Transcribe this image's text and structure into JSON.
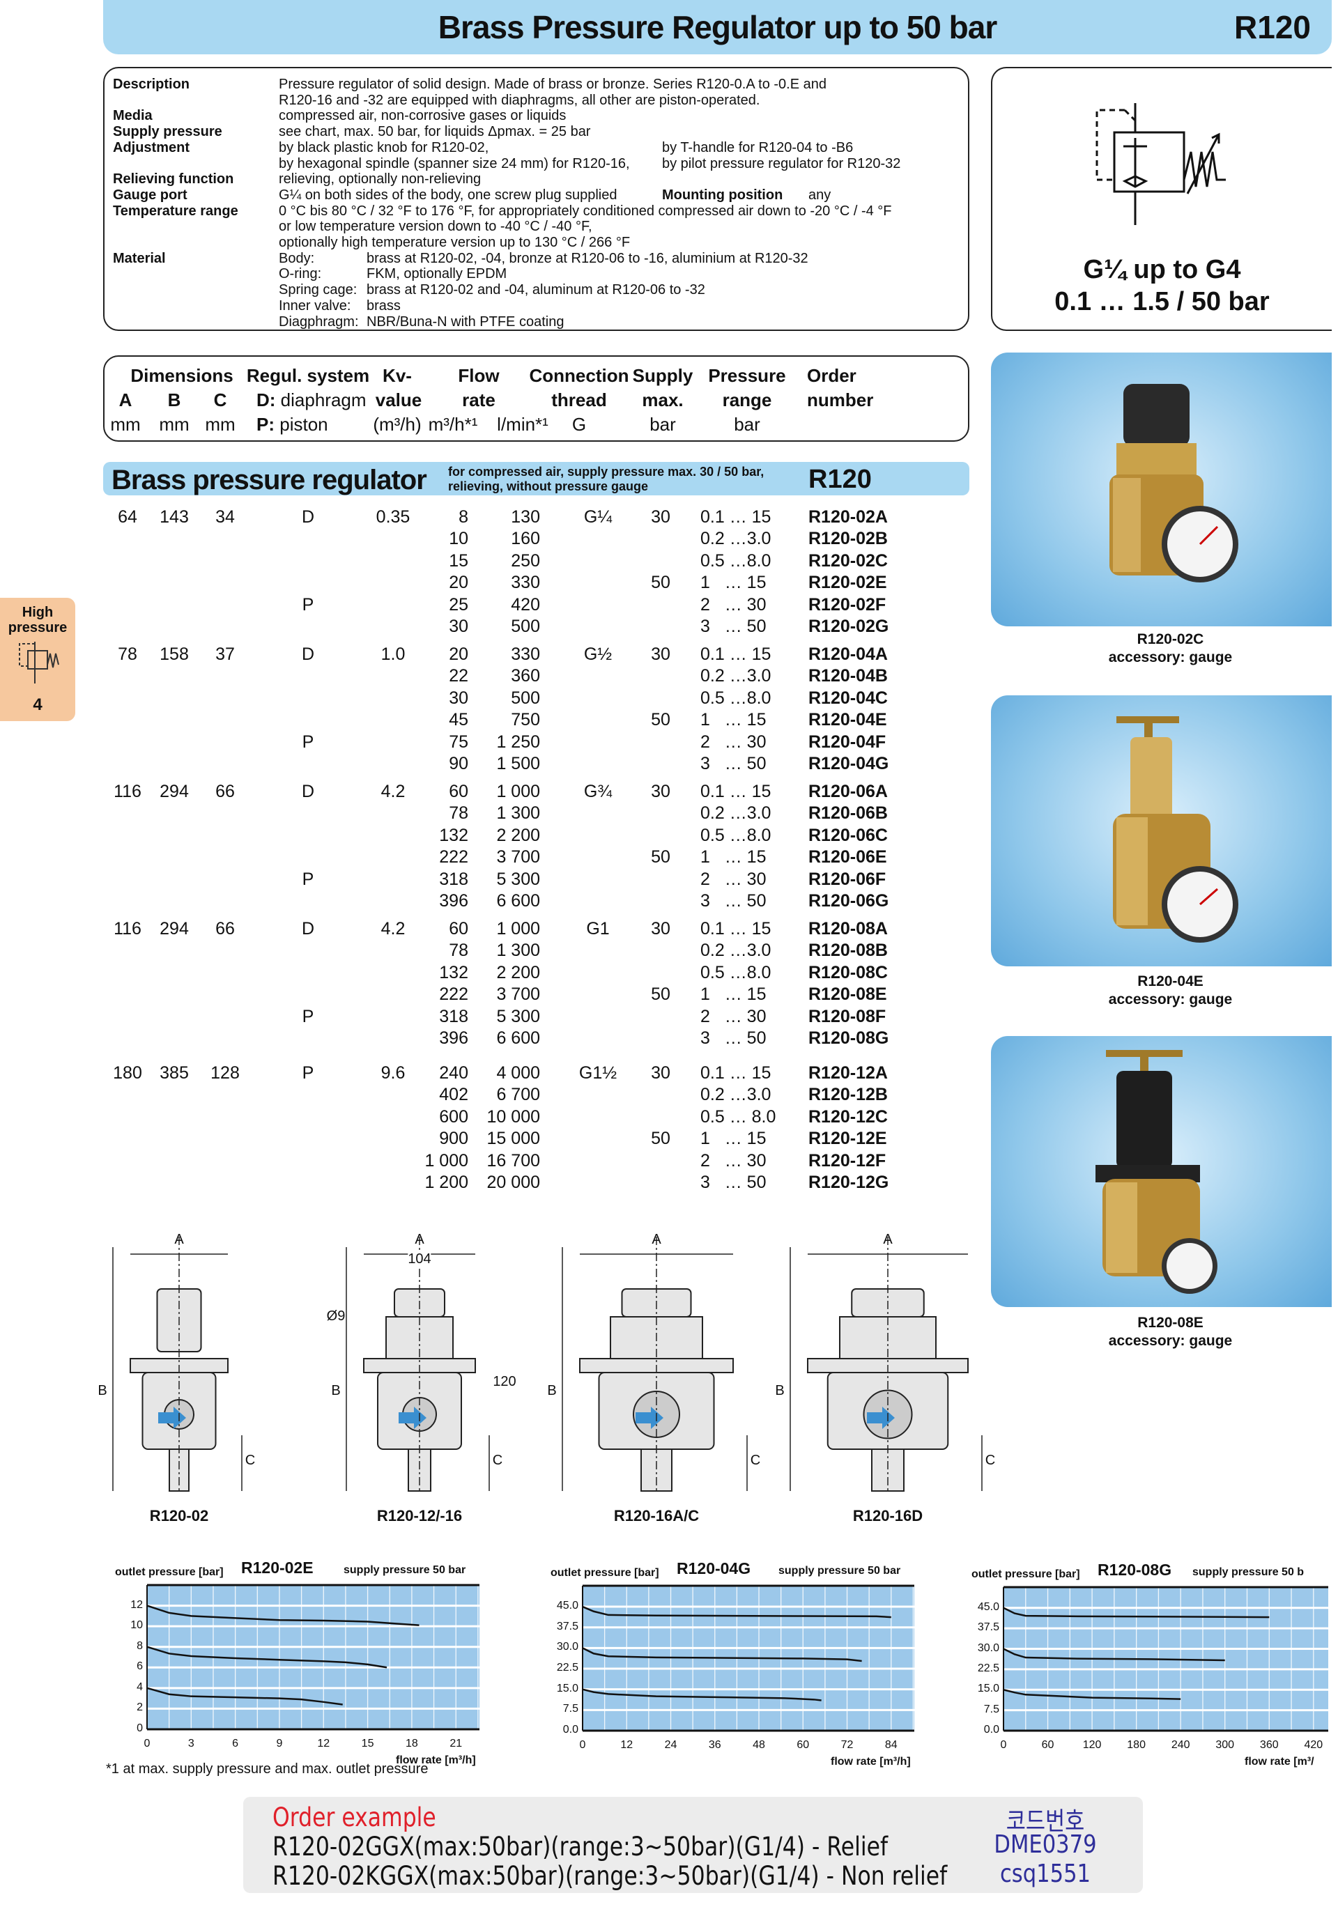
{
  "header": {
    "title": "Brass Pressure Regulator up to 50 bar",
    "code": "R120"
  },
  "description": {
    "labels": [
      "Description",
      "Media",
      "Supply pressure",
      "Adjustment",
      "Relieving function",
      "Gauge port",
      "Temperature range",
      "Material"
    ],
    "description": [
      "Pressure regulator of solid design. Made of brass or bronze. Series R120-0.A to -0.E and",
      "R120-16 and -32 are equipped with diaphragms, all other are piston-operated."
    ],
    "media": "compressed air, non-corrosive gases or liquids",
    "supply": "see chart, max. 50 bar, for liquids Δpmax. = 25 bar",
    "adjustment": [
      "by black plastic knob for R120-02,",
      "by T-handle for R120-04 to -B6",
      "by hexagonal spindle (spanner size 24 mm) for R120-16,",
      "by pilot pressure regulator for R120-32"
    ],
    "relieving": "relieving, optionally non-relieving",
    "gauge_port": "G¼ on both sides of the body, one screw plug supplied",
    "mounting_label": "Mounting position",
    "mounting_value": "any",
    "temperature": [
      "0 °C bis 80 °C / 32 °F to 176 °F, for appropriately conditioned compressed air down to -20 °C / -4 °F",
      "or low temperature version down to  -40 °C / -40 °F,",
      "optionally high temperature version up to 130 °C / 266 °F"
    ],
    "material": [
      {
        "k": "Body:",
        "v": "brass at R120-02, -04, bronze at R120-06 to -16, aluminium at R120-32"
      },
      {
        "k": "O-ring:",
        "v": "FKM, optionally EPDM"
      },
      {
        "k": "Spring cage:",
        "v": "brass at R120-02 and -04, aluminum at R120-06 to -32"
      },
      {
        "k": "Inner valve:",
        "v": "brass"
      },
      {
        "k": "Diagphragm:",
        "v": "NBR/Buna-N with PTFE coating"
      }
    ]
  },
  "symbol_box": {
    "line1": "G¼ up to G4",
    "line2": "0.1 … 1.5 / 50 bar"
  },
  "table_header": {
    "dimensions": "Dimensions",
    "a": "A",
    "b": "B",
    "c": "C",
    "mm": "mm",
    "regul": "Regul. system",
    "d_key": "D:",
    "d_val": "diaphragm",
    "p_key": "P:",
    "p_val": "piston",
    "kv1": "Kv-",
    "kv2": "value",
    "kv3": "(m³/h)",
    "flow1": "Flow",
    "flow2": "rate",
    "flow3a": "m³/h*¹",
    "flow3b": "l/min*¹",
    "conn1": "Connection",
    "conn2": "thread",
    "conn3": "G",
    "sup1": "Supply",
    "sup2": "max.",
    "sup3": "bar",
    "pr1": "Pressure",
    "pr2": "range",
    "pr3": "bar",
    "ord1": "Order",
    "ord2": "number"
  },
  "section": {
    "title": "Brass pressure regulator",
    "subtitle1": "for compressed air, supply pressure max. 30 / 50 bar,",
    "subtitle2": "relieving, without pressure gauge",
    "code": "R120"
  },
  "groups": [
    {
      "a": "64",
      "b": "143",
      "c": "34",
      "kv": "0.35",
      "thread": "G¼",
      "rows": [
        {
          "reg": "D",
          "m3": "8",
          "lmin": "130",
          "sup": "30",
          "range": "0.1 … 15",
          "order": "R120-02A"
        },
        {
          "reg": "",
          "m3": "10",
          "lmin": "160",
          "sup": "",
          "range": "0.2 …3.0",
          "order": "R120-02B"
        },
        {
          "reg": "",
          "m3": "15",
          "lmin": "250",
          "sup": "",
          "range": "0.5 …8.0",
          "order": "R120-02C"
        },
        {
          "reg": "",
          "m3": "20",
          "lmin": "330",
          "sup": "50",
          "range": "1   … 15",
          "order": "R120-02E"
        },
        {
          "reg": "P",
          "m3": "25",
          "lmin": "420",
          "sup": "",
          "range": "2   … 30",
          "order": "R120-02F"
        },
        {
          "reg": "",
          "m3": "30",
          "lmin": "500",
          "sup": "",
          "range": "3   … 50",
          "order": "R120-02G"
        }
      ]
    },
    {
      "a": "78",
      "b": "158",
      "c": "37",
      "kv": "1.0",
      "thread": "G½",
      "rows": [
        {
          "reg": "D",
          "m3": "20",
          "lmin": "330",
          "sup": "30",
          "range": "0.1 … 15",
          "order": "R120-04A"
        },
        {
          "reg": "",
          "m3": "22",
          "lmin": "360",
          "sup": "",
          "range": "0.2 …3.0",
          "order": "R120-04B"
        },
        {
          "reg": "",
          "m3": "30",
          "lmin": "500",
          "sup": "",
          "range": "0.5 …8.0",
          "order": "R120-04C"
        },
        {
          "reg": "",
          "m3": "45",
          "lmin": "750",
          "sup": "50",
          "range": "1   … 15",
          "order": "R120-04E"
        },
        {
          "reg": "P",
          "m3": "75",
          "lmin": "1 250",
          "sup": "",
          "range": "2   … 30",
          "order": "R120-04F"
        },
        {
          "reg": "",
          "m3": "90",
          "lmin": "1 500",
          "sup": "",
          "range": "3   … 50",
          "order": "R120-04G"
        }
      ]
    },
    {
      "a": "116",
      "b": "294",
      "c": "66",
      "kv": "4.2",
      "thread": "G¾",
      "rows": [
        {
          "reg": "D",
          "m3": "60",
          "lmin": "1 000",
          "sup": "30",
          "range": "0.1 … 15",
          "order": "R120-06A"
        },
        {
          "reg": "",
          "m3": "78",
          "lmin": "1 300",
          "sup": "",
          "range": "0.2 …3.0",
          "order": "R120-06B"
        },
        {
          "reg": "",
          "m3": "132",
          "lmin": "2 200",
          "sup": "",
          "range": "0.5 …8.0",
          "order": "R120-06C"
        },
        {
          "reg": "",
          "m3": "222",
          "lmin": "3 700",
          "sup": "50",
          "range": "1   … 15",
          "order": "R120-06E"
        },
        {
          "reg": "P",
          "m3": "318",
          "lmin": "5 300",
          "sup": "",
          "range": "2   … 30",
          "order": "R120-06F"
        },
        {
          "reg": "",
          "m3": "396",
          "lmin": "6 600",
          "sup": "",
          "range": "3   … 50",
          "order": "R120-06G"
        }
      ]
    },
    {
      "a": "116",
      "b": "294",
      "c": "66",
      "kv": "4.2",
      "thread": "G1",
      "rows": [
        {
          "reg": "D",
          "m3": "60",
          "lmin": "1 000",
          "sup": "30",
          "range": "0.1 … 15",
          "order": "R120-08A"
        },
        {
          "reg": "",
          "m3": "78",
          "lmin": "1 300",
          "sup": "",
          "range": "0.2 …3.0",
          "order": "R120-08B"
        },
        {
          "reg": "",
          "m3": "132",
          "lmin": "2 200",
          "sup": "",
          "range": "0.5 …8.0",
          "order": "R120-08C"
        },
        {
          "reg": "",
          "m3": "222",
          "lmin": "3 700",
          "sup": "50",
          "range": "1   … 15",
          "order": "R120-08E"
        },
        {
          "reg": "P",
          "m3": "318",
          "lmin": "5 300",
          "sup": "",
          "range": "2   … 30",
          "order": "R120-08F"
        },
        {
          "reg": "",
          "m3": "396",
          "lmin": "6 600",
          "sup": "",
          "range": "3   … 50",
          "order": "R120-08G"
        }
      ]
    },
    {
      "a": "180",
      "b": "385",
      "c": "128",
      "kv": "9.6",
      "thread": "G1½",
      "rows": [
        {
          "reg": "P",
          "m3": "240",
          "lmin": "4 000",
          "sup": "30",
          "range": "0.1 … 15",
          "order": "R120-12A"
        },
        {
          "reg": "",
          "m3": "402",
          "lmin": "6 700",
          "sup": "",
          "range": "0.2 …3.0",
          "order": "R120-12B"
        },
        {
          "reg": "",
          "m3": "600",
          "lmin": "10 000",
          "sup": "",
          "range": "0.5 … 8.0",
          "order": "R120-12C"
        },
        {
          "reg": "",
          "m3": "900",
          "lmin": "15 000",
          "sup": "50",
          "range": "1   … 15",
          "order": "R120-12E"
        },
        {
          "reg": "",
          "m3": "1 000",
          "lmin": "16 700",
          "sup": "",
          "range": "2   … 30",
          "order": "R120-12F"
        },
        {
          "reg": "",
          "m3": "1 200",
          "lmin": "20 000",
          "sup": "",
          "range": "3   … 50",
          "order": "R120-12G"
        }
      ]
    }
  ],
  "photos": [
    {
      "caption1": "R120-02C",
      "caption2": "accessory: gauge"
    },
    {
      "caption1": "R120-04E",
      "caption2": "accessory: gauge"
    },
    {
      "caption1": "R120-08E",
      "caption2": "accessory: gauge"
    }
  ],
  "side_tab": {
    "label1": "High",
    "label2": "pressure",
    "number": "4",
    "color": "#f6c89e"
  },
  "drawings": [
    {
      "label": "R120-02",
      "dims": [
        "A",
        "B",
        "C"
      ]
    },
    {
      "label": "R120-12/-16",
      "dims": [
        "A",
        "B",
        "C",
        "104",
        "Ø9",
        "120"
      ]
    },
    {
      "label": "R120-16A/C",
      "dims": [
        "A",
        "B",
        "C"
      ]
    },
    {
      "label": "R120-16D",
      "dims": [
        "A",
        "B",
        "C"
      ]
    }
  ],
  "chart_data": [
    {
      "type": "line",
      "title": "R120-02E",
      "subtitle": "supply pressure 50 bar",
      "ylabel": "outlet pressure [bar]",
      "xlabel": "flow rate [m³/h]",
      "xticks": [
        0,
        3,
        6,
        9,
        12,
        15,
        18,
        21
      ],
      "yticks": [
        0,
        2,
        4,
        6,
        8,
        10,
        12
      ],
      "xlim": [
        0,
        22.6
      ],
      "ylim": [
        0,
        14
      ],
      "grid": true,
      "background": "#9cc8ea",
      "series": [
        {
          "x": [
            0,
            1.5,
            3,
            6,
            9,
            12,
            15,
            17,
            18.5
          ],
          "y": [
            12,
            11.3,
            11,
            10.8,
            10.6,
            10.55,
            10.45,
            10.25,
            10.1
          ]
        },
        {
          "x": [
            0,
            1.5,
            3,
            6,
            9,
            12,
            13.5,
            15,
            16.3
          ],
          "y": [
            8,
            7.35,
            7.1,
            6.9,
            6.75,
            6.6,
            6.5,
            6.3,
            6
          ]
        },
        {
          "x": [
            0,
            1.5,
            3,
            6,
            9,
            10.5,
            12,
            13.3
          ],
          "y": [
            4,
            3.4,
            3.2,
            3.1,
            3.0,
            2.9,
            2.65,
            2.4
          ]
        }
      ]
    },
    {
      "type": "line",
      "title": "R120-04G",
      "subtitle": "supply pressure 50 bar",
      "ylabel": "outlet pressure [bar]",
      "xlabel": "flow rate [m³/h]",
      "xticks": [
        0,
        12,
        24,
        36,
        48,
        60,
        72,
        84
      ],
      "yticks": [
        0.0,
        7.5,
        15.0,
        22.5,
        30.0,
        37.5,
        45.0
      ],
      "xlim": [
        0,
        90.3
      ],
      "ylim": [
        0,
        52.6
      ],
      "grid": true,
      "background": "#9cc8ea",
      "series": [
        {
          "x": [
            0,
            3,
            7,
            20,
            40,
            60,
            80,
            84
          ],
          "y": [
            45,
            43.3,
            42,
            41.8,
            41.7,
            41.6,
            41.5,
            41.2
          ]
        },
        {
          "x": [
            0,
            3,
            7,
            20,
            40,
            60,
            72,
            76
          ],
          "y": [
            30,
            28,
            27,
            26.6,
            26.4,
            26.2,
            25.9,
            25.3
          ]
        },
        {
          "x": [
            0,
            3,
            7,
            20,
            40,
            55,
            63,
            65
          ],
          "y": [
            15,
            14,
            13.3,
            12.5,
            12.1,
            11.8,
            11.3,
            11
          ]
        }
      ]
    },
    {
      "type": "line",
      "title": "R120-08G",
      "subtitle": "supply pressure 50 b",
      "ylabel": "outlet pressure [bar]",
      "xlabel": "flow rate [m³/",
      "xticks": [
        0,
        60,
        120,
        180,
        240,
        300,
        360,
        420
      ],
      "yticks": [
        0.0,
        7.5,
        15.0,
        22.5,
        30.0,
        37.5,
        45.0
      ],
      "xlim": [
        0,
        440
      ],
      "ylim": [
        0,
        52.6
      ],
      "grid": true,
      "background": "#9cc8ea",
      "series": [
        {
          "x": [
            0,
            15,
            30,
            100,
            200,
            300,
            360
          ],
          "y": [
            45,
            43,
            42.1,
            41.9,
            41.8,
            41.7,
            41.6
          ]
        },
        {
          "x": [
            0,
            15,
            30,
            100,
            200,
            300
          ],
          "y": [
            30,
            28,
            26.8,
            26.4,
            26.2,
            25.8
          ]
        },
        {
          "x": [
            0,
            15,
            30,
            80,
            120,
            200,
            240
          ],
          "y": [
            15,
            14,
            13.2,
            12.6,
            12.1,
            11.8,
            11.6
          ]
        }
      ]
    }
  ],
  "footnote": "*1 at max. supply pressure and max. outlet pressure",
  "order_example": {
    "title": "Order example",
    "line1": "R120-02GGX(max:50bar)(range:3~50bar)(G1/4) - Relief",
    "line2": "R120-02KGGX(max:50bar)(range:3~50bar)(G1/4) - Non relief",
    "code_label": "코드번호",
    "code1": "DME0379",
    "code2": "csq1551"
  },
  "colors": {
    "accent_blue": "#a9d8f2",
    "chart_bg": "#9cc8ea",
    "order_red": "#e0202a",
    "code_blue": "#2e2e9a"
  }
}
